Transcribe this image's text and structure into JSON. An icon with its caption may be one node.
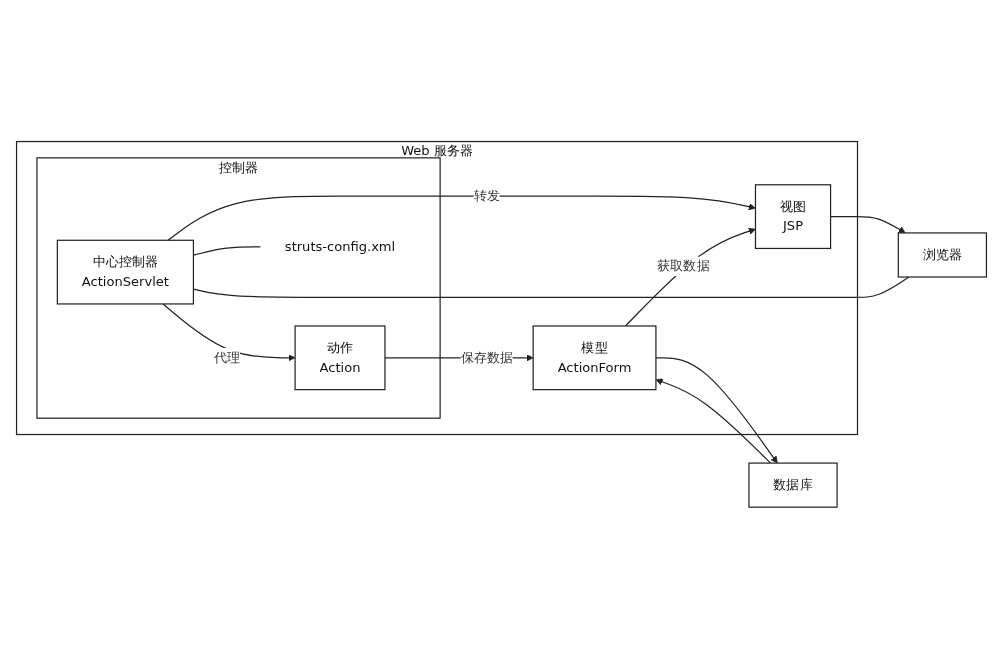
{
  "diagram": {
    "nodes": [
      {
        "text": [
          "Web 服务器"
        ]
      },
      {
        "text": [
          "控制器"
        ],
        "in": 0
      },
      {
        "text": [
          "中心控制器",
          "ActionServlet"
        ],
        "in": 1
      },
      {
        "text": [
          "动作",
          "Action"
        ],
        "in": 1
      },
      {
        "text": [
          "struts-config.xml"
        ],
        "in": 1
      },
      {
        "text": [
          "视图",
          "JSP"
        ],
        "in": 0
      },
      {
        "text": [
          "模型",
          "ActionForm"
        ],
        "in": 0
      },
      {
        "text": [
          "浏览器"
        ]
      },
      {
        "text": [
          "数据库"
        ]
      }
    ],
    "edges": [
      {
        "from": 7,
        "to": 2,
        "arrow": "none"
      },
      {
        "from": 2,
        "to": 3,
        "label": "代理",
        "arrow": "to"
      },
      {
        "from": 2,
        "to": 5,
        "label": "转发",
        "arrow": "to"
      },
      {
        "from": 2,
        "to": 4,
        "arrow": "none"
      },
      {
        "from": 3,
        "to": 6,
        "label": "保存数据",
        "arrow": "to"
      },
      {
        "from": 6,
        "to": 5,
        "label": "获取数据",
        "arrow": "to"
      },
      {
        "from": 5,
        "to": 7,
        "arrow": "to"
      },
      {
        "from": 6,
        "to": 8,
        "arrow": "to"
      },
      {
        "from": 8,
        "to": 6,
        "arrow": "to"
      }
    ]
  }
}
